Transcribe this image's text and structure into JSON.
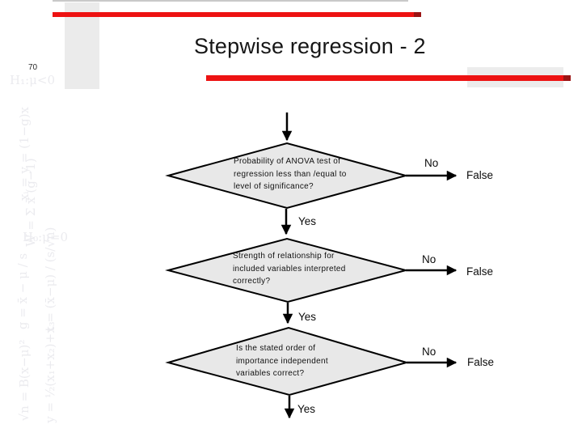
{
  "slide": {
    "title": "Stepwise regression - 2",
    "page_number": "70"
  },
  "flowchart": {
    "steps": [
      {
        "question_lines": [
          "Probability of ANOVA test of",
          "regression less than /equal to",
          "level of significance?"
        ],
        "yes_label": "Yes",
        "no_label": "No",
        "false_label": "False"
      },
      {
        "question_lines": [
          "Strength of relationship for",
          "included variables interpreted",
          "correctly?"
        ],
        "yes_label": "Yes",
        "no_label": "No",
        "false_label": "False"
      },
      {
        "question_lines": [
          "Is the stated order of",
          "importance independent",
          "variables correct?"
        ],
        "yes_label": "Yes",
        "no_label": "No",
        "false_label": "False"
      }
    ]
  },
  "watermark": {
    "w0": "H₁:μ<0",
    "w1": "xᵢ = y = (1−g)x",
    "w2": "W = Σ x̄ (g−1)",
    "w3": "H₀:μ=0",
    "w4": "g = x̄ − μ / s",
    "w5": "t = (x̄−μ) / (s/√n)",
    "w6": "√n = B(x−μ)²",
    "w7": "y = ½(x₁+x₂)+x₃"
  },
  "colors": {
    "accent_red": "#ed1212",
    "accent_red_dark": "#9b1414",
    "diamond_fill": "#e8e8e8"
  }
}
